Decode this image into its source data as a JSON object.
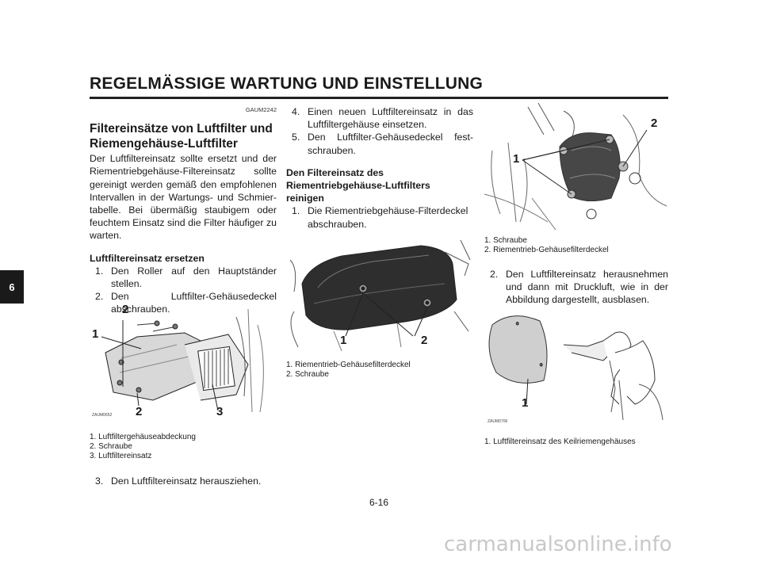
{
  "header": {
    "title": "REGELMÄSSIGE WARTUNG UND EINSTELLUNG"
  },
  "side_tab": "6",
  "col1": {
    "code": "GAUM2242",
    "title_line1": "Filtereinsätze von Luftfilter und",
    "title_line2": "Riemengehäuse-Luftfilter",
    "intro": "Der Luftfiltereinsatz sollte ersetzt und der Riementriebgehäuse-Filtereinsatz sollte gereinigt werden gemäß den empfohlenen Intervallen in der Wartungs- und Schmier-tabelle. Bei übermäßig staubigem oder feuchtem Einsatz sind die Filter häufiger zu warten.",
    "subhead": "Luftfiltereinsatz ersetzen",
    "step1_num": "1.",
    "step1": "Den Roller auf den Hauptständer stellen.",
    "step2_num": "2.",
    "step2": "Den Luftfilter-Gehäusedeckel abschrauben.",
    "fig_code": "ZAUM0652",
    "fig_labels": [
      "2",
      "1",
      "2",
      "3"
    ],
    "caption1": "1. Luftfiltergehäuseabdeckung",
    "caption2": "2. Schraube",
    "caption3": "3. Luftfiltereinsatz",
    "step3_num": "3.",
    "step3": "Den Luftfiltereinsatz herausziehen."
  },
  "col2": {
    "step4_num": "4.",
    "step4": "Einen neuen Luftfiltereinsatz in das Luftfiltergehäuse einsetzen.",
    "step5_num": "5.",
    "step5": "Den Luftfilter-Gehäusedeckel fest-schrauben.",
    "subhead_l1": "Den Filtereinsatz des",
    "subhead_l2": "Riementriebgehäuse-Luftfilters",
    "subhead_l3": "reinigen",
    "step1_num": "1.",
    "step1": "Die Riementriebgehäuse-Filterdeckel abschrauben.",
    "fig_labels": [
      "1",
      "2"
    ],
    "caption1": "1. Riementrieb-Gehäusefilterdeckel",
    "caption2": "2. Schraube"
  },
  "col3": {
    "fig1_labels": [
      "2",
      "1"
    ],
    "caption1": "1. Schraube",
    "caption2": "2. Riementrieb-Gehäusefilterdeckel",
    "step2_num": "2.",
    "step2": "Den Luftfiltereinsatz herausnehmen und dann mit Druckluft, wie in der Abbildung dargestellt, ausblasen.",
    "fig2_code": "ZAUM0706",
    "fig2_label": "1",
    "caption3": "1. Luftfiltereinsatz des Keilriemengehäuses"
  },
  "footer": {
    "page": "6-16",
    "watermark": "carmanualsonline.info"
  }
}
